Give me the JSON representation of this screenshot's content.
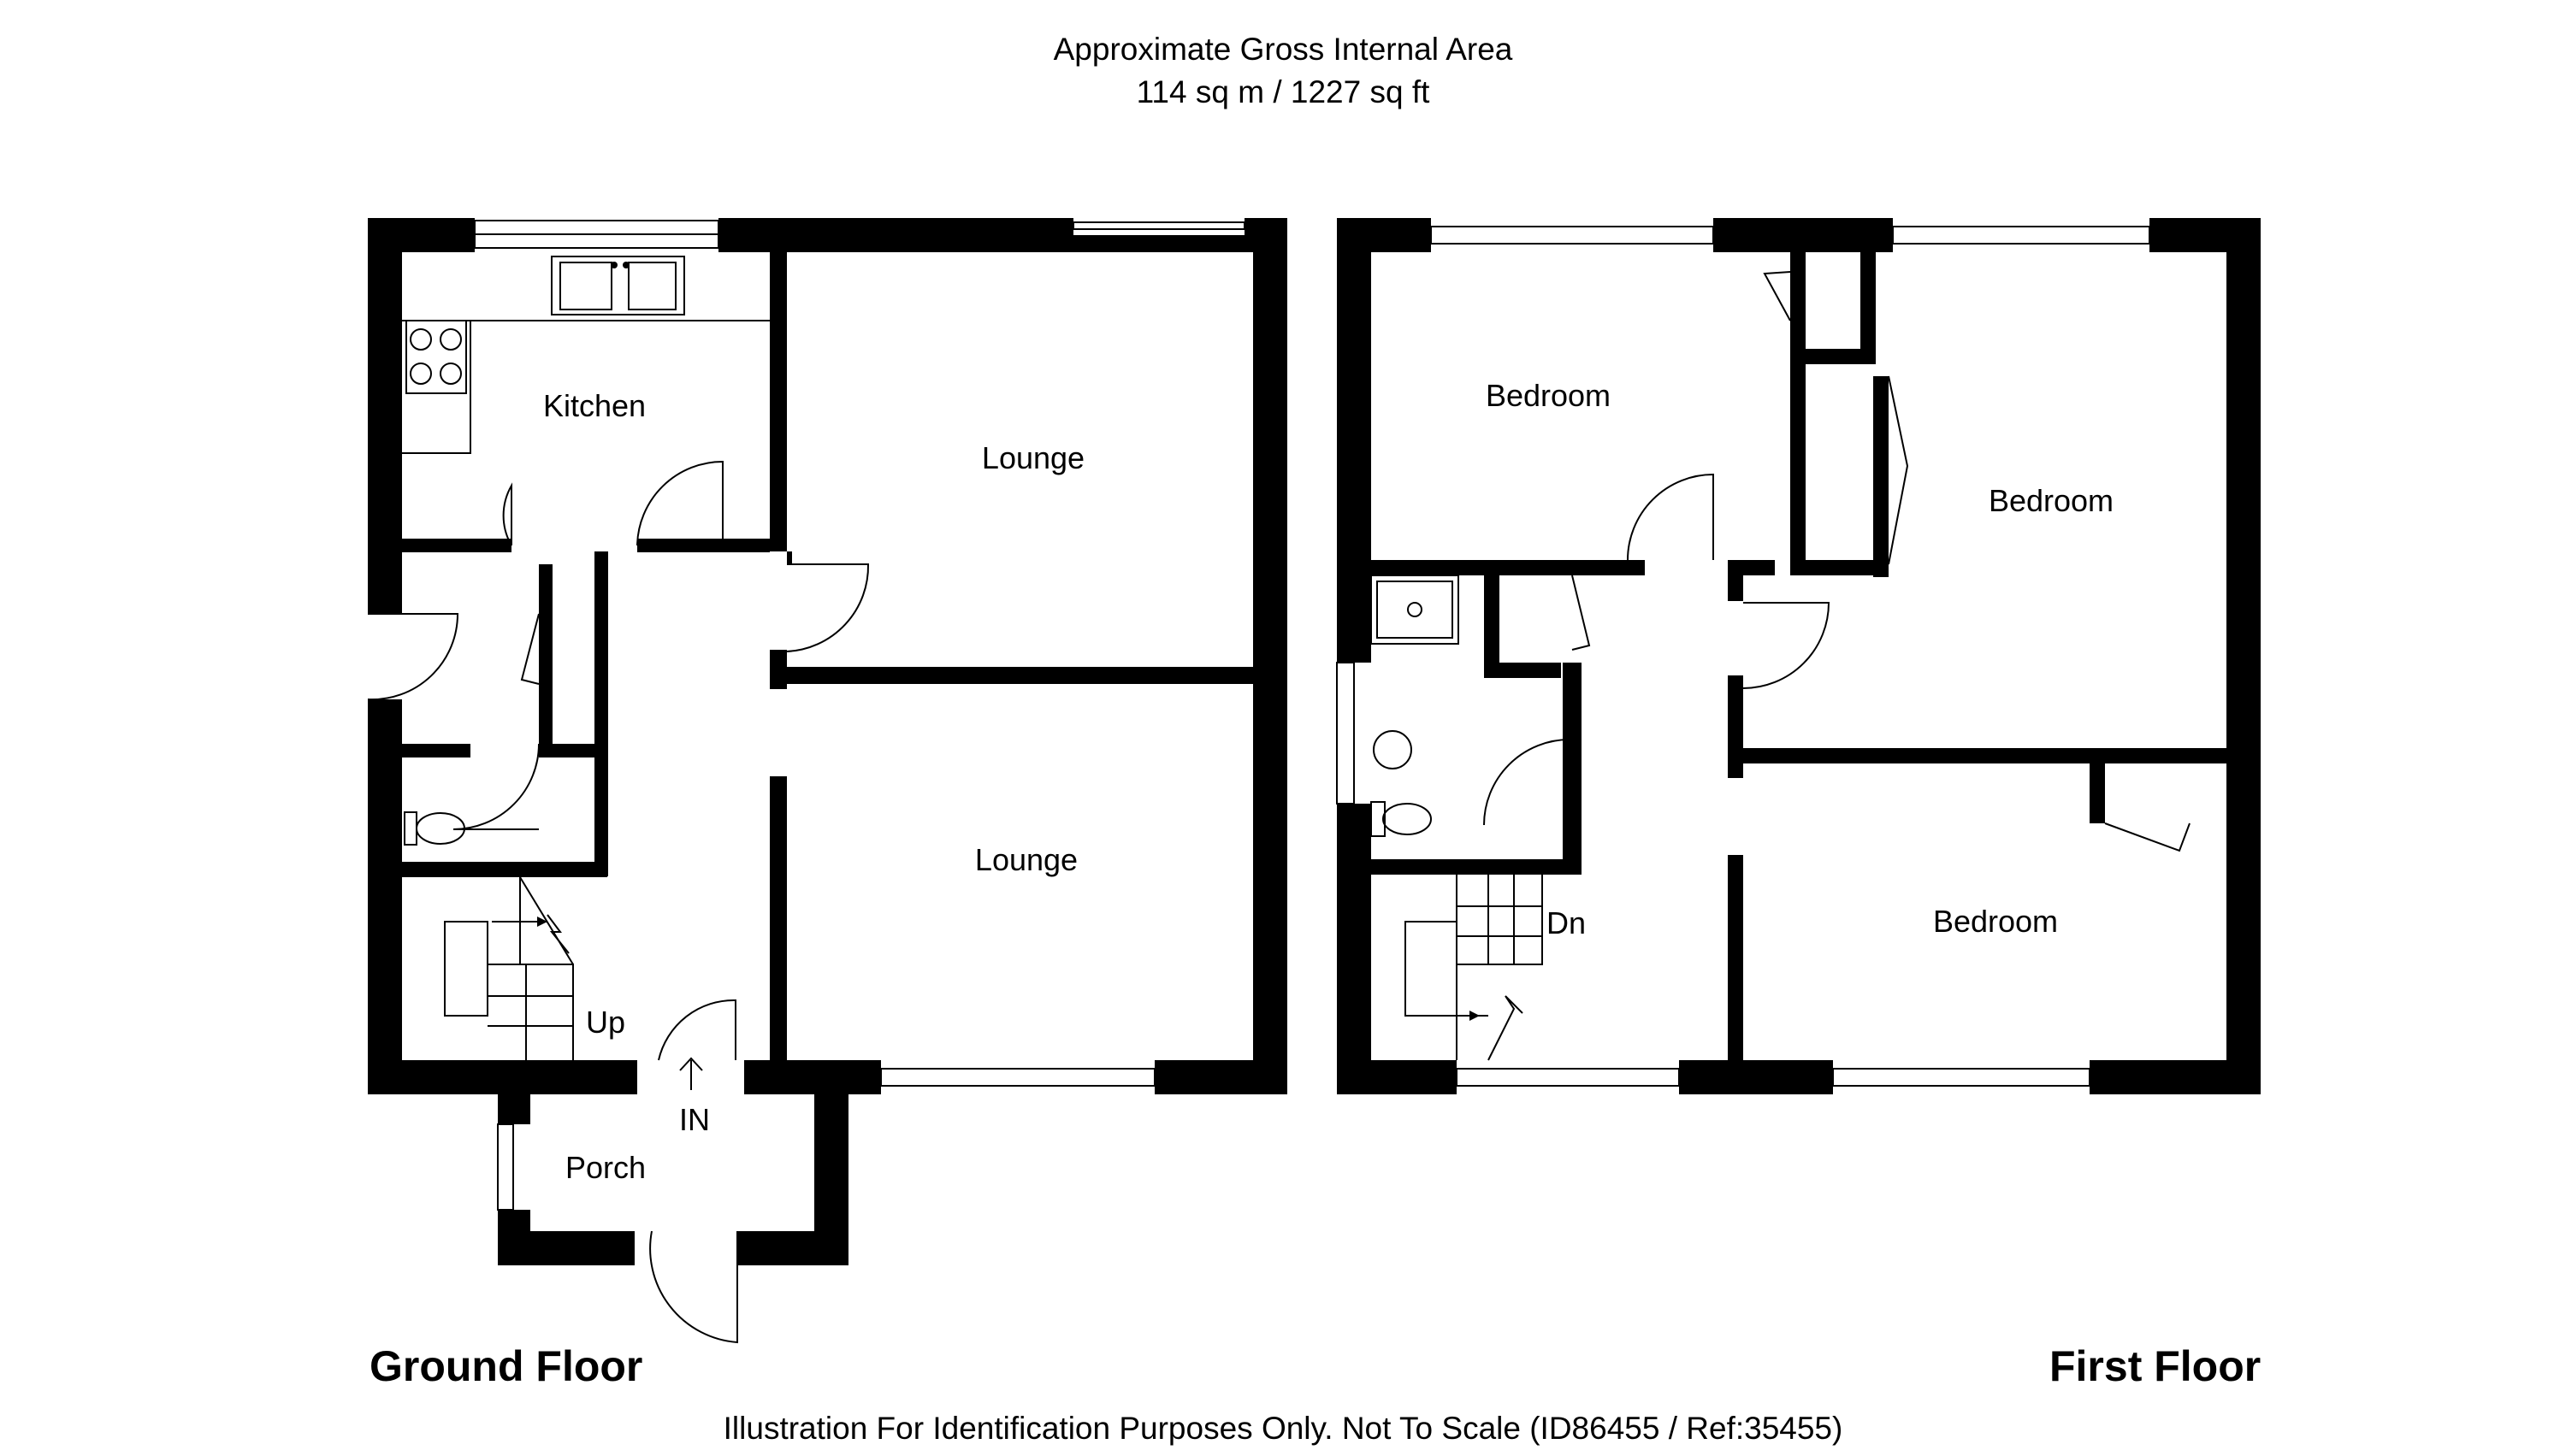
{
  "header": {
    "title": "Approximate Gross Internal Area",
    "area": "114 sq m  / 1227 sq ft"
  },
  "ground_floor": {
    "label": "Ground Floor",
    "rooms": {
      "kitchen": "Kitchen",
      "lounge_rear": "Lounge",
      "lounge_front": "Lounge",
      "porch": "Porch"
    },
    "stairs": "Up",
    "entrance": "IN"
  },
  "first_floor": {
    "label": "First Floor",
    "rooms": {
      "bedroom_1": "Bedroom",
      "bedroom_2": "Bedroom",
      "bedroom_3": "Bedroom"
    },
    "stairs": "Dn"
  },
  "footer": {
    "disclaimer": "Illustration For Identification Purposes Only. Not To Scale (ID86455 / Ref:35455)"
  }
}
